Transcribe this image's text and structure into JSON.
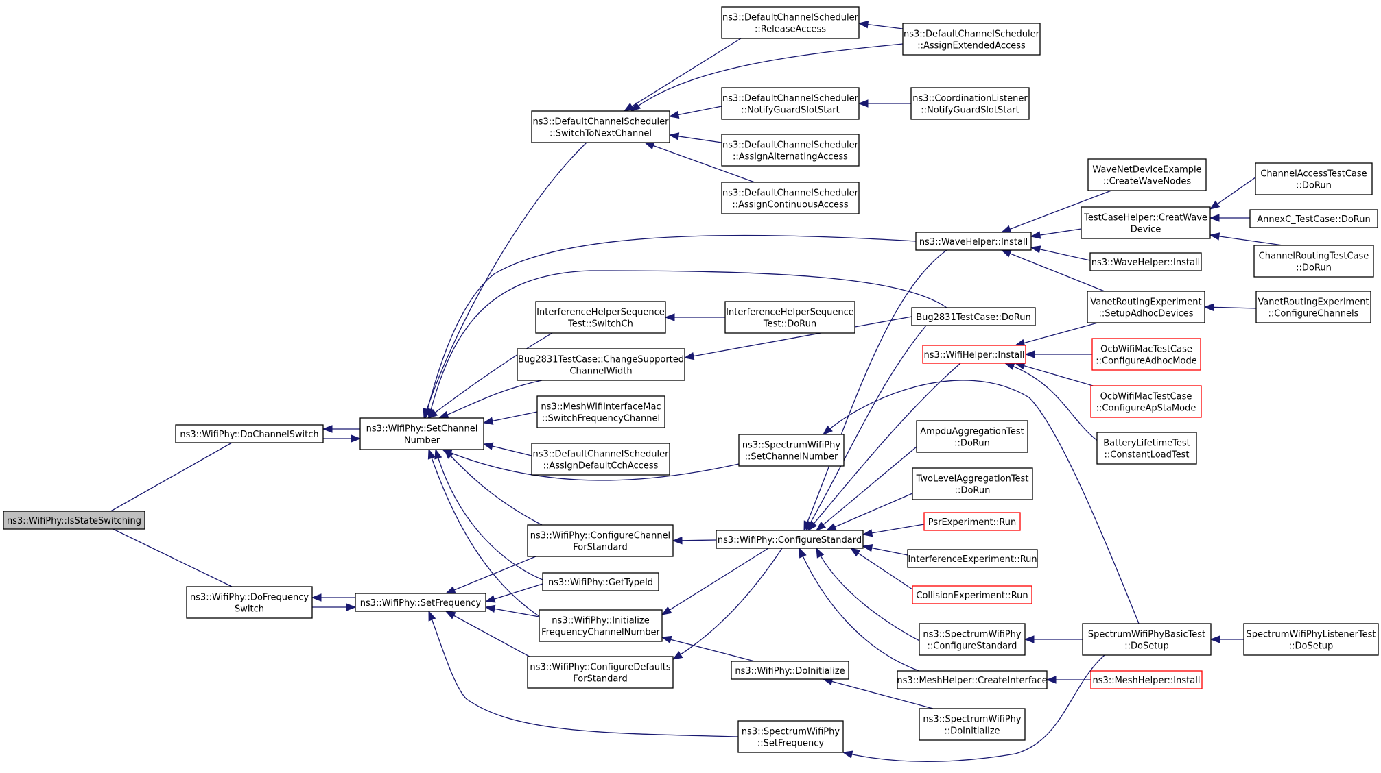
{
  "colors": {
    "background": "#ffffff",
    "edge": "#191970",
    "focus_fill": "#bfbfbf",
    "truncated_border": "#ff0000",
    "node_border": "#000000"
  },
  "nodes": [
    {
      "id": "isStateSwitching",
      "lines": [
        "ns3::WifiPhy::IsStateSwitching"
      ],
      "focus": true
    },
    {
      "id": "doChannelSwitch",
      "lines": [
        "ns3::WifiPhy::DoChannelSwitch"
      ]
    },
    {
      "id": "doFrequencySwitch",
      "lines": [
        "ns3::WifiPhy::DoFrequency",
        "Switch"
      ]
    },
    {
      "id": "setChannelNumber",
      "lines": [
        "ns3::WifiPhy::SetChannel",
        "Number"
      ]
    },
    {
      "id": "setFrequency",
      "lines": [
        "ns3::WifiPhy::SetFrequency"
      ]
    },
    {
      "id": "switchToNextChannel",
      "lines": [
        "ns3::DefaultChannelScheduler",
        "::SwitchToNextChannel"
      ]
    },
    {
      "id": "interfSwitchCh",
      "lines": [
        "InterferenceHelperSequence",
        "Test::SwitchCh"
      ]
    },
    {
      "id": "bugChangeWidth",
      "lines": [
        "Bug2831TestCase::ChangeSupported",
        "ChannelWidth"
      ]
    },
    {
      "id": "meshSwitchFreq",
      "lines": [
        "ns3::MeshWifiInterfaceMac",
        "::SwitchFrequencyChannel"
      ]
    },
    {
      "id": "assignDefaultCch",
      "lines": [
        "ns3::DefaultChannelScheduler",
        "::AssignDefaultCchAccess"
      ]
    },
    {
      "id": "configureChannelForStandard",
      "lines": [
        "ns3::WifiPhy::ConfigureChannel",
        "ForStandard"
      ]
    },
    {
      "id": "getTypeId",
      "lines": [
        "ns3::WifiPhy::GetTypeId"
      ]
    },
    {
      "id": "initFreqChannel",
      "lines": [
        "ns3::WifiPhy::Initialize",
        "FrequencyChannelNumber"
      ]
    },
    {
      "id": "configureDefaults",
      "lines": [
        "ns3::WifiPhy::ConfigureDefaults",
        "ForStandard"
      ]
    },
    {
      "id": "releaseAccess",
      "lines": [
        "ns3::DefaultChannelScheduler",
        "::ReleaseAccess"
      ]
    },
    {
      "id": "notifyGuardStart",
      "lines": [
        "ns3::DefaultChannelScheduler",
        "::NotifyGuardSlotStart"
      ]
    },
    {
      "id": "assignAlternating",
      "lines": [
        "ns3::DefaultChannelScheduler",
        "::AssignAlternatingAccess"
      ]
    },
    {
      "id": "assignContinuous",
      "lines": [
        "ns3::DefaultChannelScheduler",
        "::AssignContinuousAccess"
      ]
    },
    {
      "id": "interfDoRun",
      "lines": [
        "InterferenceHelperSequence",
        "Test::DoRun"
      ]
    },
    {
      "id": "spectrumSetChannel",
      "lines": [
        "ns3::SpectrumWifiPhy",
        "::SetChannelNumber"
      ]
    },
    {
      "id": "configureStandard",
      "lines": [
        "ns3::WifiPhy::ConfigureStandard"
      ]
    },
    {
      "id": "doInitialize",
      "lines": [
        "ns3::WifiPhy::DoInitialize"
      ]
    },
    {
      "id": "spectrumSetFrequency",
      "lines": [
        "ns3::SpectrumWifiPhy",
        "::SetFrequency"
      ]
    },
    {
      "id": "assignExtended",
      "lines": [
        "ns3::DefaultChannelScheduler",
        "::AssignExtendedAccess"
      ]
    },
    {
      "id": "coordNotifyGuard",
      "lines": [
        "ns3::CoordinationListener",
        "::NotifyGuardSlotStart"
      ]
    },
    {
      "id": "waveHelperInstall",
      "lines": [
        "ns3::WaveHelper::Install"
      ]
    },
    {
      "id": "bugDoRun",
      "lines": [
        "Bug2831TestCase::DoRun"
      ]
    },
    {
      "id": "wifiHelperInstall",
      "lines": [
        "ns3::WifiHelper::Install"
      ],
      "truncated": true
    },
    {
      "id": "ampduDoRun",
      "lines": [
        "AmpduAggregationTest",
        "::DoRun"
      ]
    },
    {
      "id": "twoLevelDoRun",
      "lines": [
        "TwoLevelAggregationTest",
        "::DoRun"
      ]
    },
    {
      "id": "psrRun",
      "lines": [
        "PsrExperiment::Run"
      ],
      "truncated": true
    },
    {
      "id": "interfExpRun",
      "lines": [
        "InterferenceExperiment::Run"
      ]
    },
    {
      "id": "collisionRun",
      "lines": [
        "CollisionExperiment::Run"
      ],
      "truncated": true
    },
    {
      "id": "spectrumConfigStd",
      "lines": [
        "ns3::SpectrumWifiPhy",
        "::ConfigureStandard"
      ]
    },
    {
      "id": "meshCreateIface",
      "lines": [
        "ns3::MeshHelper::CreateInterface"
      ]
    },
    {
      "id": "spectrumDoInit",
      "lines": [
        "ns3::SpectrumWifiPhy",
        "::DoInitialize"
      ]
    },
    {
      "id": "waveCreateNodes",
      "lines": [
        "WaveNetDeviceExample",
        "::CreateWaveNodes"
      ]
    },
    {
      "id": "creatWaveDevice",
      "lines": [
        "TestCaseHelper::CreatWave",
        "Device"
      ]
    },
    {
      "id": "waveHelperInstall2",
      "lines": [
        "ns3::WaveHelper::Install"
      ]
    },
    {
      "id": "vanetSetupAdhoc",
      "lines": [
        "VanetRoutingExperiment",
        "::SetupAdhocDevices"
      ]
    },
    {
      "id": "ocbConfigAdhoc",
      "lines": [
        "OcbWifiMacTestCase",
        "::ConfigureAdhocMode"
      ],
      "truncated": true
    },
    {
      "id": "ocbConfigApSta",
      "lines": [
        "OcbWifiMacTestCase",
        "::ConfigureApStaMode"
      ],
      "truncated": true
    },
    {
      "id": "batteryLoad",
      "lines": [
        "BatteryLifetimeTest",
        "::ConstantLoadTest"
      ]
    },
    {
      "id": "spectrumBasicSetup",
      "lines": [
        "SpectrumWifiPhyBasicTest",
        "::DoSetup"
      ]
    },
    {
      "id": "meshHelperInstall",
      "lines": [
        "ns3::MeshHelper::Install"
      ],
      "truncated": true
    },
    {
      "id": "channelAccessRun",
      "lines": [
        "ChannelAccessTestCase",
        "::DoRun"
      ]
    },
    {
      "id": "annexCRun",
      "lines": [
        "AnnexC_TestCase::DoRun"
      ]
    },
    {
      "id": "channelRoutingRun",
      "lines": [
        "ChannelRoutingTestCase",
        "::DoRun"
      ]
    },
    {
      "id": "vanetConfigChannels",
      "lines": [
        "VanetRoutingExperiment",
        "::ConfigureChannels"
      ]
    },
    {
      "id": "spectrumListenerSetup",
      "lines": [
        "SpectrumWifiPhyListenerTest",
        "::DoSetup"
      ]
    }
  ],
  "edges": [
    [
      "doChannelSwitch",
      "isStateSwitching"
    ],
    [
      "doFrequencySwitch",
      "isStateSwitching"
    ],
    [
      "setChannelNumber",
      "doChannelSwitch"
    ],
    [
      "doChannelSwitch",
      "setChannelNumber"
    ],
    [
      "setFrequency",
      "doFrequencySwitch"
    ],
    [
      "doFrequencySwitch",
      "setFrequency"
    ],
    [
      "switchToNextChannel",
      "setChannelNumber"
    ],
    [
      "interfSwitchCh",
      "setChannelNumber"
    ],
    [
      "bugChangeWidth",
      "setChannelNumber"
    ],
    [
      "meshSwitchFreq",
      "setChannelNumber"
    ],
    [
      "assignDefaultCch",
      "setChannelNumber"
    ],
    [
      "configureChannelForStandard",
      "setChannelNumber"
    ],
    [
      "getTypeId",
      "setChannelNumber"
    ],
    [
      "initFreqChannel",
      "setChannelNumber"
    ],
    [
      "spectrumSetChannel",
      "setChannelNumber"
    ],
    [
      "waveHelperInstall",
      "setChannelNumber"
    ],
    [
      "bugDoRun",
      "setChannelNumber"
    ],
    [
      "configureChannelForStandard",
      "setFrequency"
    ],
    [
      "getTypeId",
      "setFrequency"
    ],
    [
      "initFreqChannel",
      "setFrequency"
    ],
    [
      "configureDefaults",
      "setFrequency"
    ],
    [
      "spectrumSetFrequency",
      "setFrequency"
    ],
    [
      "releaseAccess",
      "switchToNextChannel"
    ],
    [
      "notifyGuardStart",
      "switchToNextChannel"
    ],
    [
      "assignAlternating",
      "switchToNextChannel"
    ],
    [
      "assignContinuous",
      "switchToNextChannel"
    ],
    [
      "assignExtended",
      "switchToNextChannel"
    ],
    [
      "assignExtended",
      "releaseAccess"
    ],
    [
      "coordNotifyGuard",
      "notifyGuardStart"
    ],
    [
      "interfDoRun",
      "interfSwitchCh"
    ],
    [
      "bugDoRun",
      "bugChangeWidth"
    ],
    [
      "configureStandard",
      "configureChannelForStandard"
    ],
    [
      "configureStandard",
      "initFreqChannel"
    ],
    [
      "configureStandard",
      "configureDefaults"
    ],
    [
      "doInitialize",
      "initFreqChannel"
    ],
    [
      "waveHelperInstall",
      "configureStandard"
    ],
    [
      "bugDoRun",
      "configureStandard"
    ],
    [
      "wifiHelperInstall",
      "configureStandard"
    ],
    [
      "ampduDoRun",
      "configureStandard"
    ],
    [
      "twoLevelDoRun",
      "configureStandard"
    ],
    [
      "psrRun",
      "configureStandard"
    ],
    [
      "interfExpRun",
      "configureStandard"
    ],
    [
      "collisionRun",
      "configureStandard"
    ],
    [
      "spectrumConfigStd",
      "configureStandard"
    ],
    [
      "meshCreateIface",
      "configureStandard"
    ],
    [
      "spectrumDoInit",
      "doInitialize"
    ],
    [
      "spectrumBasicSetup",
      "spectrumSetChannel"
    ],
    [
      "spectrumBasicSetup",
      "spectrumSetFrequency"
    ],
    [
      "spectrumBasicSetup",
      "spectrumConfigStd"
    ],
    [
      "meshHelperInstall",
      "meshCreateIface"
    ],
    [
      "waveCreateNodes",
      "waveHelperInstall"
    ],
    [
      "creatWaveDevice",
      "waveHelperInstall"
    ],
    [
      "waveHelperInstall2",
      "waveHelperInstall"
    ],
    [
      "vanetSetupAdhoc",
      "waveHelperInstall"
    ],
    [
      "vanetSetupAdhoc",
      "wifiHelperInstall"
    ],
    [
      "ocbConfigAdhoc",
      "wifiHelperInstall"
    ],
    [
      "ocbConfigApSta",
      "wifiHelperInstall"
    ],
    [
      "batteryLoad",
      "wifiHelperInstall"
    ],
    [
      "channelAccessRun",
      "creatWaveDevice"
    ],
    [
      "annexCRun",
      "creatWaveDevice"
    ],
    [
      "channelRoutingRun",
      "creatWaveDevice"
    ],
    [
      "vanetConfigChannels",
      "vanetSetupAdhoc"
    ],
    [
      "spectrumListenerSetup",
      "spectrumBasicSetup"
    ]
  ]
}
